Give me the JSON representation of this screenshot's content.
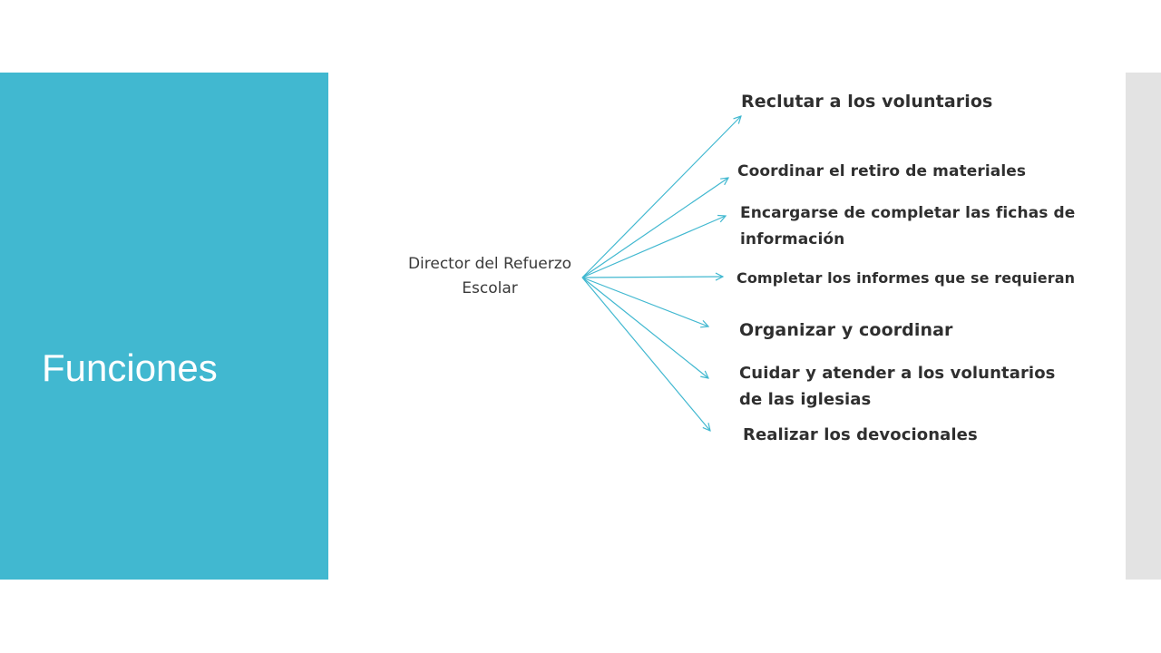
{
  "slide": {
    "title": "Funciones",
    "colors": {
      "panel": "#41b8d0",
      "strip": "#e3e3e3",
      "arrow": "#41b8d0"
    }
  },
  "diagram": {
    "source": [
      "Director del Refuerzo",
      "Escolar"
    ],
    "functions": [
      [
        "Reclutar a los voluntarios"
      ],
      [
        "Coordinar el retiro de materiales"
      ],
      [
        "Encargarse de completar las fichas de",
        "información"
      ],
      [
        "Completar los informes que se requieran"
      ],
      [
        "Organizar y coordinar"
      ],
      [
        "Cuidar y atender a los voluntarios",
        "de las iglesias"
      ],
      [
        "Realizar los devocionales"
      ]
    ]
  }
}
